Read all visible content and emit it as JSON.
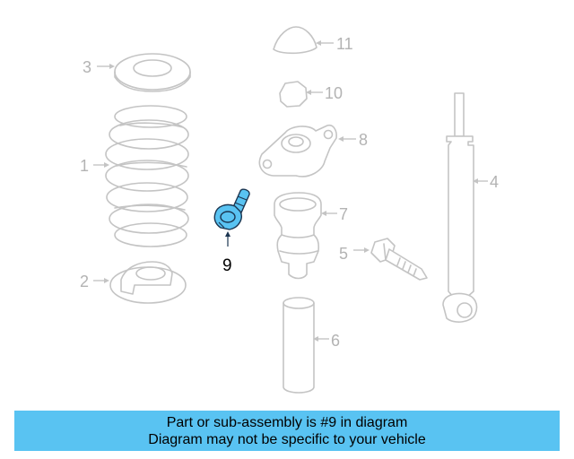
{
  "callouts": {
    "c1": "1",
    "c2": "2",
    "c3": "3",
    "c4": "4",
    "c5": "5",
    "c6": "6",
    "c7": "7",
    "c8": "8",
    "c9": "9",
    "c10": "10",
    "c11": "11"
  },
  "highlight_color": "#59c3f2",
  "banner": {
    "line1": "Part or sub-assembly is #9 in diagram",
    "line2": "Diagram may not be specific to your vehicle"
  }
}
